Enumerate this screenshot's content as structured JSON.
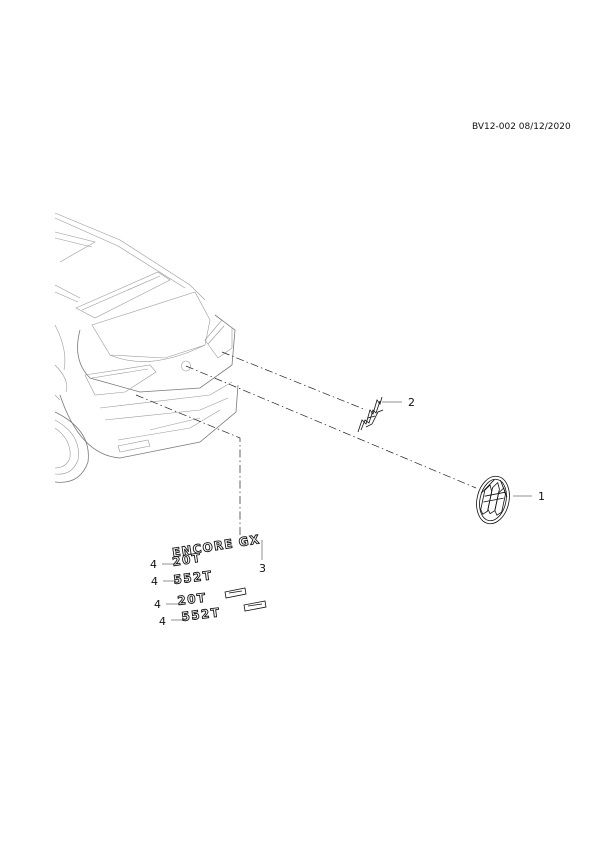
{
  "header": {
    "document_code": "BV12-002 08/12/2020"
  },
  "callouts": {
    "c1": "1",
    "c2": "2",
    "c3": "3",
    "c4a": "4",
    "c4b": "4",
    "c4c": "4",
    "c4d": "4"
  },
  "emblems": {
    "model_badge": "ENCORE GX",
    "engine_20t": "20T",
    "engine_552t": "552T",
    "engine_20t_plus": "20T",
    "engine_552t_plus": "552T"
  }
}
